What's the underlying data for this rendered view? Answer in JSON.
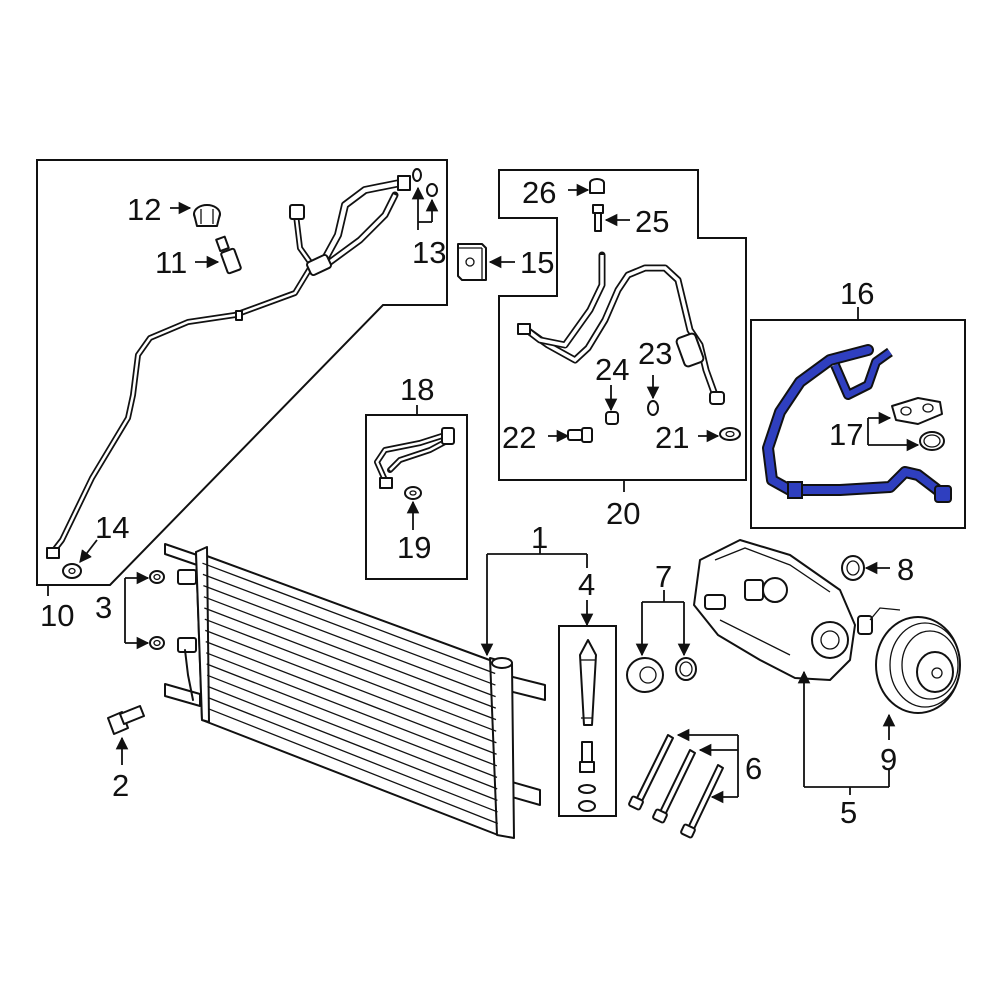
{
  "callouts": {
    "c1": "1",
    "c2": "2",
    "c3": "3",
    "c4": "4",
    "c5": "5",
    "c6": "6",
    "c7": "7",
    "c8": "8",
    "c9": "9",
    "c10": "10",
    "c11": "11",
    "c12": "12",
    "c13": "13",
    "c14": "14",
    "c15": "15",
    "c16": "16",
    "c17": "17",
    "c18": "18",
    "c19": "19",
    "c20": "20",
    "c21": "21",
    "c22": "22",
    "c23": "23",
    "c24": "24",
    "c25": "25",
    "c26": "26"
  },
  "colors": {
    "highlight": "#2f3fbf",
    "line": "#111111",
    "background": "#ffffff"
  }
}
